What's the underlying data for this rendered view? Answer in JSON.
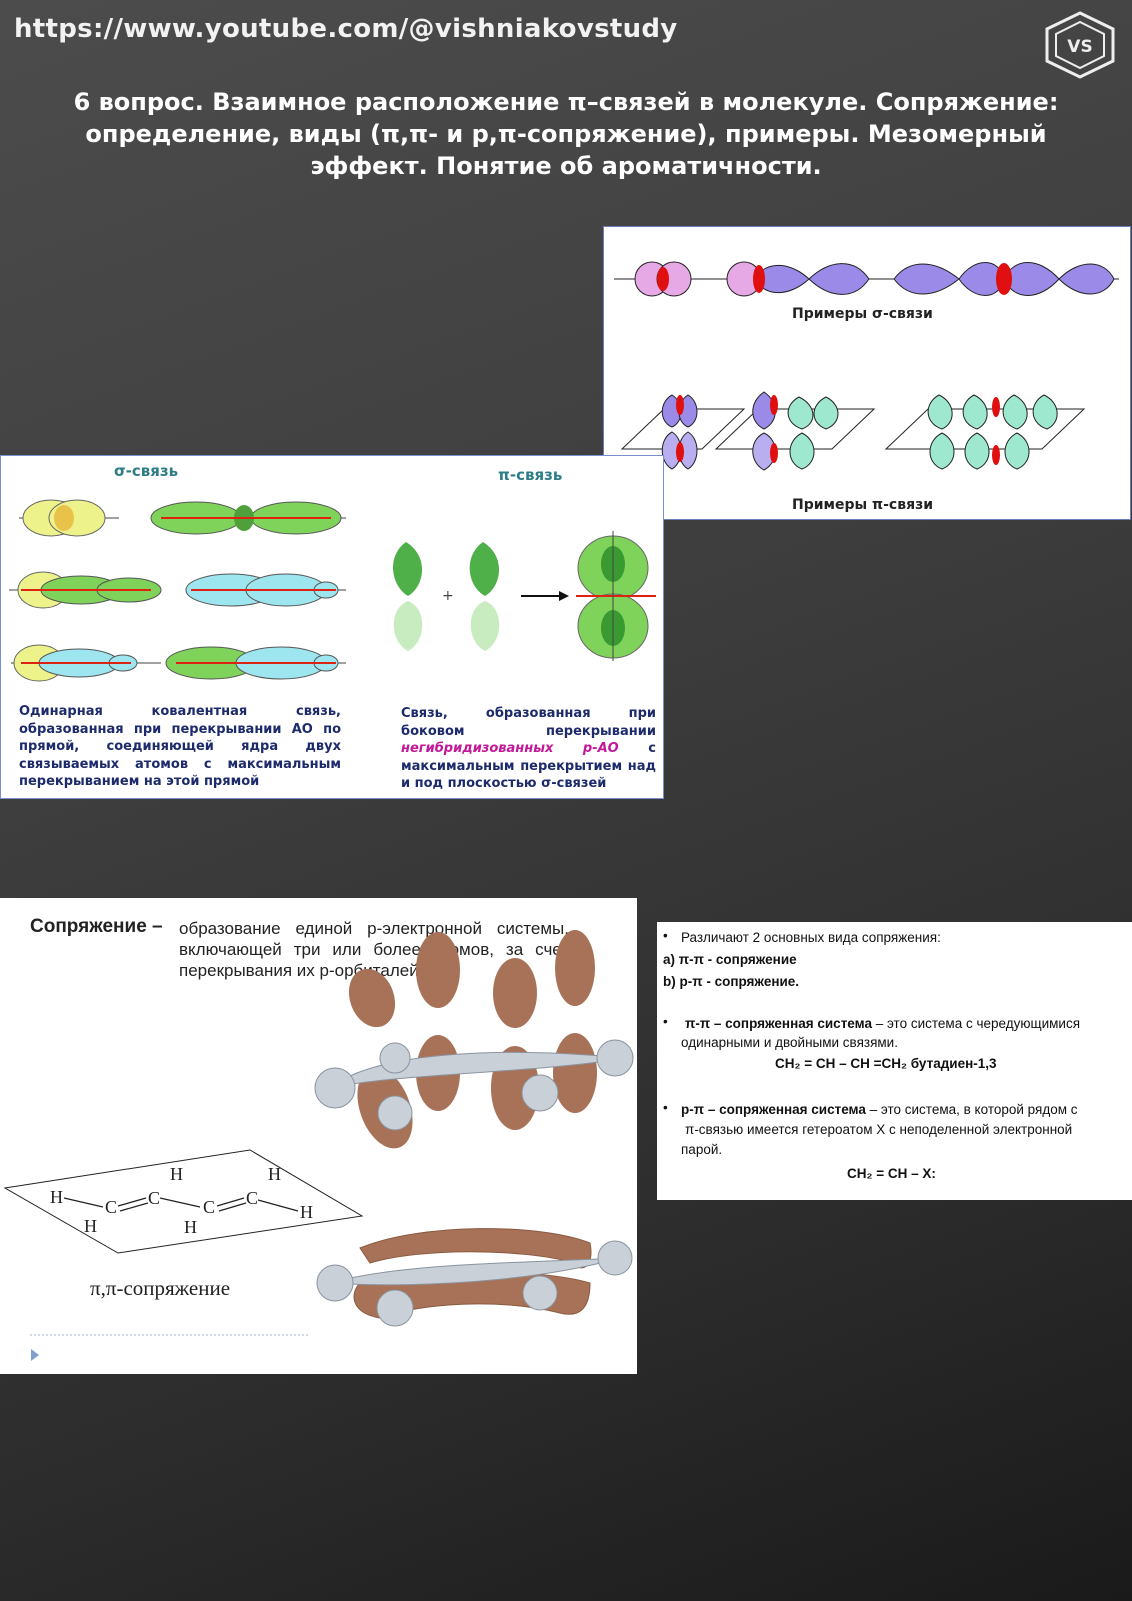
{
  "header": {
    "url": "https://www.youtube.com/@vishniakovstudy",
    "logo_text": "VS",
    "title_line1": "6 вопрос. Взаимное расположение π–связей в молекуле. Сопряжение:",
    "title_line2": "определение, виды (π,π- и p,π-сопряжение), примеры. Мезомерный",
    "title_line3": "эффект. Понятие об ароматичности."
  },
  "panel_sigma_pi_examples": {
    "sigma_caption": "Примеры σ-связи",
    "pi_caption": "Примеры π-связи"
  },
  "panel_bonds": {
    "sigma_heading": "σ-связь",
    "pi_heading": "π-связь",
    "plus": "+",
    "sigma_desc": "Одинарная ковалентная связь, образованная при перекрывании АО по прямой, соединяющей ядра двух связываемых атомов с максимальным перекрыванием на этой прямой",
    "pi_desc_1": "Связь, образованная при боковом перекрывании",
    "pi_desc_magenta": "негибридизованных р-АО",
    "pi_desc_2": "с максимальным перекрытием над и под плоскостью σ-связей"
  },
  "panel_conjugation": {
    "heading": "Сопряжение –",
    "definition": "образование единой р-электронной системы, включающей три или более атомов, за счет перекрывания их р-орбиталей.",
    "molecule_label": "π,π-сопряжение",
    "atoms": [
      "H",
      "C",
      "C",
      "H",
      "C",
      "C",
      "H",
      "H",
      "H",
      "H"
    ]
  },
  "panel_types": {
    "intro": "Различают 2 основных вида сопряжения:",
    "a": "а) π-π - сопряжение",
    "b": "b) р-π - сопряжение.",
    "pipi_bold": "π-π – сопряженная система",
    "pipi_text": " – это система с чередующимися",
    "pipi_text2": "одинарными и двойными связями.",
    "pipi_formula": "CH₂ = CH – CH =CH₂  бутадиен-1,3",
    "ppi_bold": "р-π – сопряженная система",
    "ppi_text": " – это система, в которой рядом с",
    "ppi_text2": "π-связью имеется гетероатом Х с неподеленной электронной",
    "ppi_text3": "парой.",
    "ppi_formula": "CH₂ = CH – X:"
  }
}
